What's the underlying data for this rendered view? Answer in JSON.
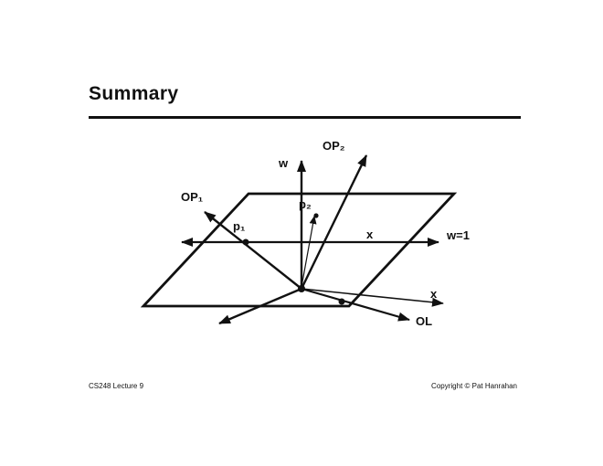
{
  "slide": {
    "title": "Summary",
    "footer_left": "CS248 Lecture 9",
    "footer_right": "Copyright © Pat Hanrahan"
  },
  "diagram": {
    "labels": {
      "w": "w",
      "op2": "OP₂",
      "op1": "OP₁",
      "p1": "p₁",
      "p2": "p₂",
      "x_plane": "x",
      "w1": "w=1",
      "x_axis": "x",
      "ol": "OL"
    }
  }
}
